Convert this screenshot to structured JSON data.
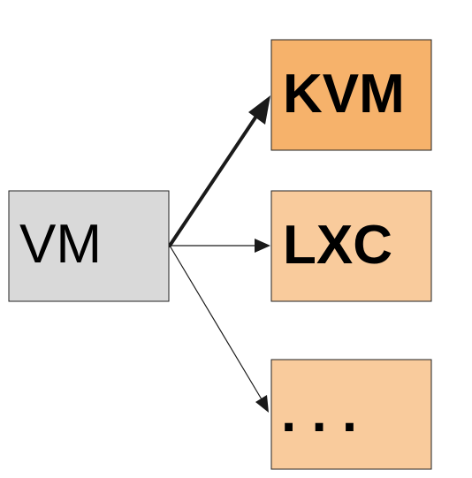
{
  "diagram": {
    "source_node": {
      "label": "VM",
      "fill": "#d9d9d9"
    },
    "target_nodes": [
      {
        "label": "KVM",
        "fill": "#f6b26b",
        "emphasis": "bold",
        "selected": true
      },
      {
        "label": "LXC",
        "fill": "#f9cb9c",
        "emphasis": "bold",
        "selected": false
      },
      {
        "label": ". . .",
        "fill": "#f9cb9c",
        "emphasis": "bold",
        "selected": false
      }
    ],
    "edges": [
      {
        "from": "VM",
        "to": "KVM",
        "style": "thick"
      },
      {
        "from": "VM",
        "to": "LXC",
        "style": "thin"
      },
      {
        "from": "VM",
        "to": ". . .",
        "style": "thin"
      }
    ],
    "stroke_color": "#1a1a1a",
    "border_color": "#222222"
  }
}
